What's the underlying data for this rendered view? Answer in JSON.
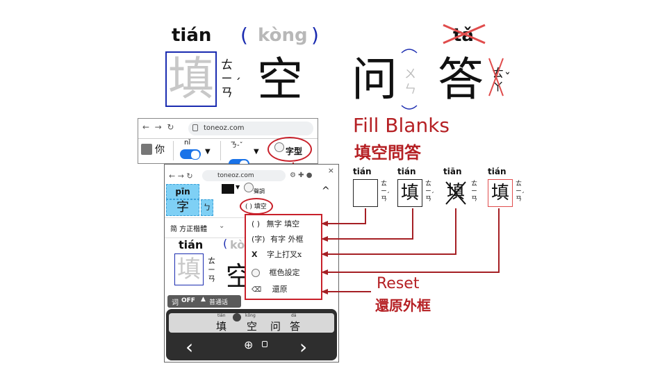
{
  "hero": {
    "pinyin_1": "tián",
    "pinyin_2": "kòng",
    "paren_open": "(",
    "paren_close": ")",
    "pinyin_4": "tǎ",
    "char_1": "填",
    "char_2": "空",
    "char_3": "问",
    "char_4": "答",
    "bopo_1": "ㄊ\nㄧ\nㄢ",
    "bopo_1_tone": "ˊ",
    "bopo_3": "ㄨ\nㄣ",
    "bopo_4": "ㄊ\nㄚ",
    "bopo_4_tone": "ˇ"
  },
  "toolbar_small": {
    "url": "toneoz.com",
    "you_char": "你",
    "ni_pinyin": "nǐ",
    "bopo_label": "ㄋ-ˇ",
    "zixing_label": "字型"
  },
  "popup": {
    "url": "toneoz.com",
    "pin_label": "pīn",
    "zi_label": "字",
    "zi_bopo": "ㄅ",
    "shengdiao_label": "聲調",
    "tiankong_button": "( ) 填空",
    "font_select": "简 方正楷體",
    "tian_py": "tián",
    "kong_py": "kò",
    "tian_char": "填",
    "kong_char": "空",
    "chevron_up": "^",
    "off_label": "OFF",
    "ci_label": "词",
    "putonghua": "普通话",
    "menu": [
      {
        "icon": "( )",
        "label": "無字 填空"
      },
      {
        "icon": "(字)",
        "label": "有字 外框"
      },
      {
        "icon": "X",
        "label": "字上打叉x"
      },
      {
        "icon": "palette",
        "label": "框色設定"
      },
      {
        "icon": "reset",
        "label": "還原"
      }
    ],
    "strip_py": [
      "tián",
      "kōng",
      "",
      "dá"
    ],
    "strip_chars": [
      "填",
      "空",
      "问",
      "答"
    ]
  },
  "fill_blanks": {
    "title": "Fill Blanks",
    "subtitle": "填空問答",
    "samples": [
      {
        "py": "tián",
        "char": "",
        "bopo": "ㄊ\nㄧ\nㄢ"
      },
      {
        "py": "tián",
        "char": "填",
        "bopo": "ㄊ\nㄧ\nㄢ"
      },
      {
        "py": "tiān",
        "char": "填",
        "bopo": "ㄊ\nㄧ\nㄢ"
      },
      {
        "py": "tián",
        "char": "填",
        "bopo": "ㄊ\nㄧ\nㄢ"
      }
    ]
  },
  "reset": {
    "title": "Reset",
    "subtitle": "還原外框"
  },
  "colors": {
    "accent_red": "#b52024",
    "blue_box": "#1a2bb0",
    "toggle_blue": "#1a73e8",
    "highlight_blue": "#7fd0f5"
  }
}
